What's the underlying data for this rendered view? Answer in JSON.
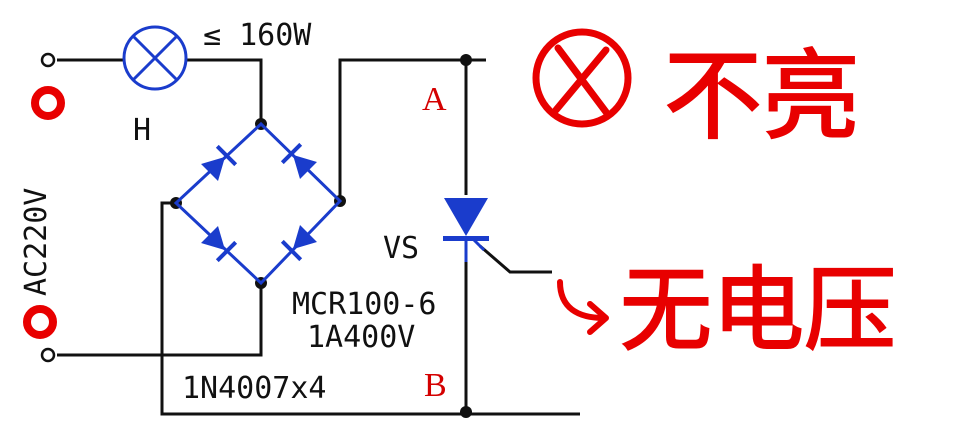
{
  "colors": {
    "wire": "#111111",
    "component": "#1a3ccc",
    "annotation": "#e80000",
    "letter": "#d40000",
    "background": "#ffffff"
  },
  "labels": {
    "lamp_rating": "≤ 160W",
    "lamp_name": "H",
    "supply": "AC220V",
    "node_a": "A",
    "node_b": "B",
    "thyristor_name": "VS",
    "thyristor_model": "MCR100-6",
    "thyristor_rating": "1A400V",
    "diodes": "1N4007x4"
  },
  "annotations": {
    "lamp_status": "不亮",
    "voltage_status": "无电压"
  },
  "icons": {
    "lamp": "lamp-icon",
    "diode": "diode-icon",
    "thyristor": "thyristor-icon",
    "terminal": "terminal-icon",
    "cross_mark": "crossed-circle-icon",
    "arrow": "curved-arrow-icon"
  }
}
